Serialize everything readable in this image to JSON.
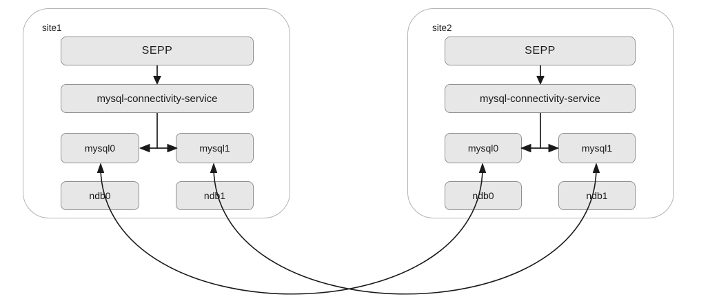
{
  "sites": [
    {
      "label": "site1",
      "nodes": {
        "sepp": "SEPP",
        "service": "mysql-connectivity-service",
        "mysql0": "mysql0",
        "mysql1": "mysql1",
        "ndb0": "ndb0",
        "ndb1": "ndb1"
      }
    },
    {
      "label": "site2",
      "nodes": {
        "sepp": "SEPP",
        "service": "mysql-connectivity-service",
        "mysql0": "mysql0",
        "mysql1": "mysql1",
        "ndb0": "ndb0",
        "ndb1": "ndb1"
      }
    }
  ],
  "connections": [
    {
      "from": "site1.SEPP",
      "to": "site1.mysql-connectivity-service",
      "shape": "straight-arrow",
      "direction": "down"
    },
    {
      "from": "site1.mysql-connectivity-service",
      "to": "site1.mysql0",
      "shape": "tee-double-arrow"
    },
    {
      "from": "site1.mysql-connectivity-service",
      "to": "site1.mysql1",
      "shape": "tee-double-arrow"
    },
    {
      "from": "site2.SEPP",
      "to": "site2.mysql-connectivity-service",
      "shape": "straight-arrow",
      "direction": "down"
    },
    {
      "from": "site2.mysql-connectivity-service",
      "to": "site2.mysql0",
      "shape": "tee-double-arrow"
    },
    {
      "from": "site2.mysql-connectivity-service",
      "to": "site2.mysql1",
      "shape": "tee-double-arrow"
    },
    {
      "from": "site1.mysql0",
      "to": "site2.mysql0",
      "bidirectional": true,
      "shape": "curved-arrow",
      "passes_through": [
        "site1.ndb0",
        "site2.ndb0"
      ]
    },
    {
      "from": "site1.mysql1",
      "to": "site2.mysql1",
      "bidirectional": true,
      "shape": "curved-arrow",
      "passes_through": [
        "site1.ndb1",
        "site2.ndb1"
      ]
    }
  ],
  "palette": {
    "background": "#ffffff",
    "node_fill": "#e7e7e7",
    "node_border": "#8f8f8f",
    "container_border": "#b3b3b3",
    "connector": "#1a1a1a",
    "text": "#1a1a1a"
  }
}
